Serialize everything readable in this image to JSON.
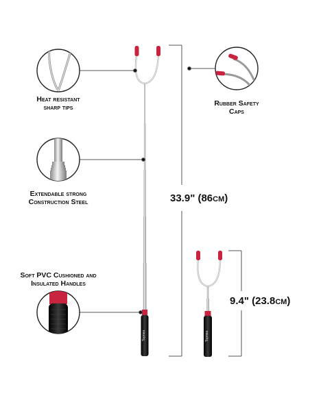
{
  "features": {
    "heat_tips": [
      "Heat resistant",
      "sharp tips"
    ],
    "safety_caps": [
      "Rubber Safety",
      "Caps"
    ],
    "extendable": [
      "Extendable strong",
      "Construction Steel"
    ],
    "handles": [
      "Soft PVC Cushioned and",
      "Insulated Handles"
    ]
  },
  "dimensions": {
    "extended": "33.9\" (86cm)",
    "collapsed": "9.4\" (23.8cm)"
  },
  "brand": "Topnea",
  "colors": {
    "steel": "#c9c9c9",
    "cap_red": "#c8233f",
    "handle_black": "#1a1a1a",
    "guide_line": "#555555"
  }
}
